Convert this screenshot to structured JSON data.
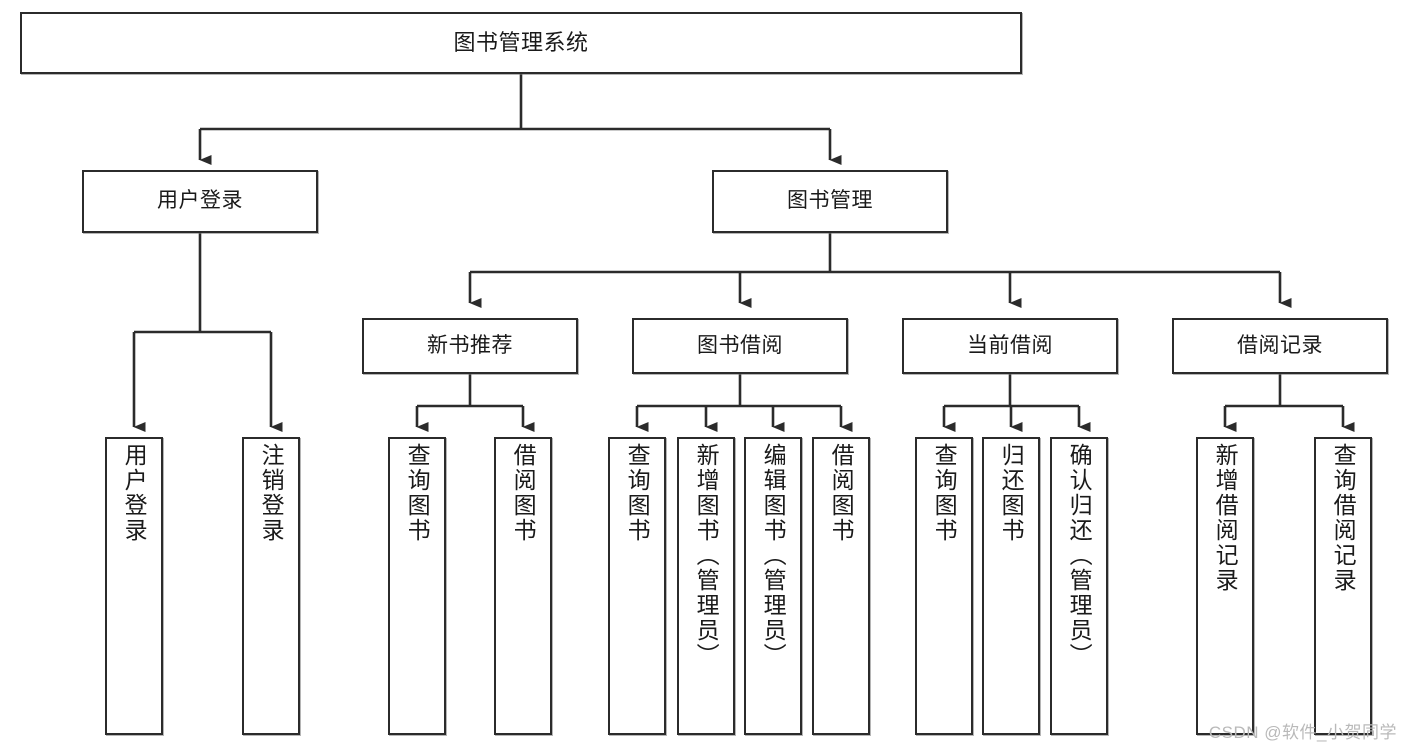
{
  "diagram": {
    "type": "tree-hierarchy",
    "title": "图书管理系统",
    "orientation": "top-down",
    "colors": {
      "box_border": "#2b2b2b",
      "box_fill": "#ffffff",
      "connector": "#2b2b2b",
      "watermark": "#b9b9b9"
    },
    "levels": [
      {
        "level": 0,
        "nodes": [
          {
            "id": "root",
            "label": "图书管理系统",
            "orientation": "horizontal"
          }
        ]
      },
      {
        "level": 1,
        "nodes": [
          {
            "id": "login",
            "label": "用户登录",
            "orientation": "horizontal",
            "parent": "root"
          },
          {
            "id": "bookmgmt",
            "label": "图书管理",
            "orientation": "horizontal",
            "parent": "root"
          }
        ]
      },
      {
        "level": 2,
        "nodes": [
          {
            "id": "newbook",
            "label": "新书推荐",
            "orientation": "horizontal",
            "parent": "bookmgmt"
          },
          {
            "id": "borrow",
            "label": "图书借阅",
            "orientation": "horizontal",
            "parent": "bookmgmt"
          },
          {
            "id": "current",
            "label": "当前借阅",
            "orientation": "horizontal",
            "parent": "bookmgmt"
          },
          {
            "id": "record",
            "label": "借阅记录",
            "orientation": "horizontal",
            "parent": "bookmgmt"
          }
        ]
      },
      {
        "level": 3,
        "nodes": [
          {
            "id": "leaf1",
            "label": "用户登录",
            "orientation": "vertical",
            "parent": "login"
          },
          {
            "id": "leaf2",
            "label": "注销登录",
            "orientation": "vertical",
            "parent": "login"
          },
          {
            "id": "leaf3",
            "label": "查询图书",
            "orientation": "vertical",
            "parent": "newbook"
          },
          {
            "id": "leaf4",
            "label": "借阅图书",
            "orientation": "vertical",
            "parent": "newbook"
          },
          {
            "id": "leaf5",
            "label": "查询图书",
            "orientation": "vertical",
            "parent": "borrow"
          },
          {
            "id": "leaf6",
            "label": "新增图书（管理员）",
            "orientation": "vertical",
            "parent": "borrow"
          },
          {
            "id": "leaf7",
            "label": "编辑图书（管理员）",
            "orientation": "vertical",
            "parent": "borrow"
          },
          {
            "id": "leaf8",
            "label": "借阅图书",
            "orientation": "vertical",
            "parent": "borrow"
          },
          {
            "id": "leaf9",
            "label": "查询图书",
            "orientation": "vertical",
            "parent": "current"
          },
          {
            "id": "leaf10",
            "label": "归还图书",
            "orientation": "vertical",
            "parent": "current"
          },
          {
            "id": "leaf11",
            "label": "确认归还（管理员）",
            "orientation": "vertical",
            "parent": "current"
          },
          {
            "id": "leaf12",
            "label": "新增借阅记录",
            "orientation": "vertical",
            "parent": "record"
          },
          {
            "id": "leaf13",
            "label": "查询借阅记录",
            "orientation": "vertical",
            "parent": "record"
          }
        ]
      }
    ]
  },
  "watermark": {
    "text": "CSDN @软件_小贺同学"
  }
}
